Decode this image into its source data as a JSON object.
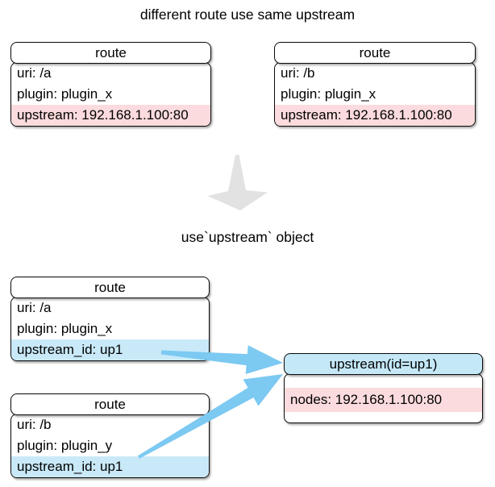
{
  "title": "different route use same upstream",
  "caption": "use`upstream` object",
  "colors": {
    "pink": "#fbdbdd",
    "blue_row": "#c9e9f8",
    "blue_header": "#c5e8f7",
    "arrow_blue": "#7cc9f2",
    "arrow_gray": "#e2e2e2"
  },
  "top_section": {
    "routes": [
      {
        "header": "route",
        "rows": [
          {
            "text": "uri: /a",
            "highlight": "none"
          },
          {
            "text": "plugin: plugin_x",
            "highlight": "none"
          },
          {
            "text": "upstream: 192.168.1.100:80",
            "highlight": "pink"
          }
        ]
      },
      {
        "header": "route",
        "rows": [
          {
            "text": "uri: /b",
            "highlight": "none"
          },
          {
            "text": "plugin: plugin_x",
            "highlight": "none"
          },
          {
            "text": "upstream: 192.168.1.100:80",
            "highlight": "pink"
          }
        ]
      }
    ]
  },
  "bottom_section": {
    "routes": [
      {
        "header": "route",
        "rows": [
          {
            "text": "uri: /a",
            "highlight": "none"
          },
          {
            "text": "plugin: plugin_x",
            "highlight": "none"
          },
          {
            "text": "upstream_id: up1",
            "highlight": "blue"
          }
        ]
      },
      {
        "header": "route",
        "rows": [
          {
            "text": "uri: /b",
            "highlight": "none"
          },
          {
            "text": "plugin: plugin_y",
            "highlight": "none"
          },
          {
            "text": "upstream_id: up1",
            "highlight": "blue"
          }
        ]
      }
    ],
    "upstream": {
      "header": "upstream(id=up1)",
      "rows": [
        {
          "text": "nodes: 192.168.1.100:80",
          "highlight": "pink"
        }
      ]
    }
  }
}
